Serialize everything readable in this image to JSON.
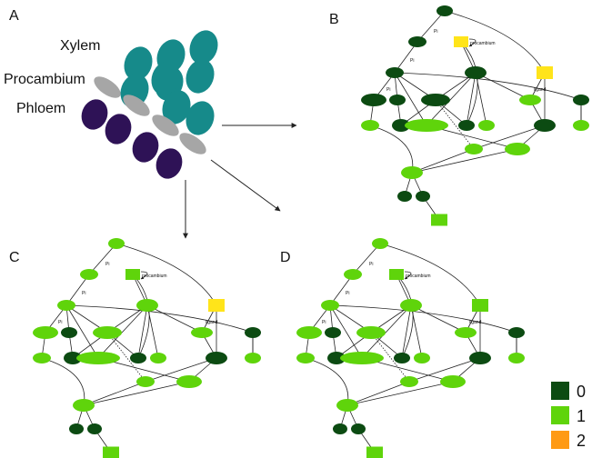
{
  "panel_letters": {
    "a": "A",
    "b": "B",
    "c": "C",
    "d": "D"
  },
  "tissue_labels": {
    "xylem": "Xylem",
    "procambium": "Procambium",
    "phloem": "Phloem"
  },
  "tissue_colors": {
    "xylem": "#168a8a",
    "procambium": "#a6a6a6",
    "phloem": "#2e1256"
  },
  "network": {
    "edge_labels": {
      "procambium": "procambium",
      "pi_1": "Pi",
      "pi_2": "Pi",
      "pi_3": "Pi",
      "ligand": "ligand"
    }
  },
  "state_colors": {
    "0": "#0c4b12",
    "1": "#5fd40b",
    "2": "#ff9a14",
    "yellow": "#ffe41a"
  },
  "panels": {
    "B": {
      "states": [
        "0",
        "0",
        "0",
        "y",
        "0",
        "y",
        "0",
        "0",
        "0",
        "0",
        "1",
        "0",
        "1",
        "1",
        "1",
        "0",
        "0",
        "1",
        "1",
        "1",
        "1",
        "0",
        "0",
        "1",
        "1",
        "0"
      ]
    },
    "C": {
      "states": [
        "1",
        "1",
        "1",
        "1",
        "1",
        "y",
        "1",
        "0",
        "0",
        "1",
        "1",
        "0",
        "1",
        "1",
        "1",
        "0",
        "0",
        "1",
        "1",
        "1",
        "1",
        "0",
        "0",
        "1",
        "0",
        "y"
      ]
    },
    "D": {
      "states": [
        "1",
        "1",
        "1",
        "1",
        "1",
        "1",
        "1",
        "0",
        "0",
        "1",
        "1",
        "0",
        "1",
        "1",
        "1",
        "0",
        "0",
        "1",
        "1",
        "1",
        "1",
        "0",
        "0",
        "1",
        "1",
        "1"
      ]
    }
  },
  "legend": [
    {
      "label": "0",
      "color": "#0c4b12"
    },
    {
      "label": "1",
      "color": "#5fd40b"
    },
    {
      "label": "2",
      "color": "#ff9a14"
    }
  ]
}
